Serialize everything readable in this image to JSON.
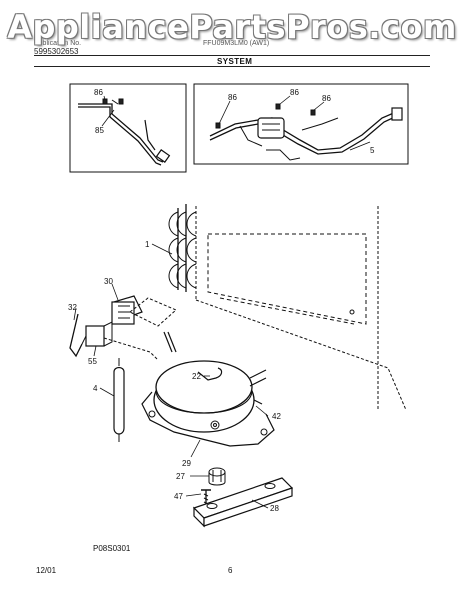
{
  "watermark": "AppliancePartsPros.com",
  "header": {
    "left_line1": "Publication No.",
    "left_line2": "5995302653",
    "mid": "FFU09M3LM0 (AW1)"
  },
  "section_title": "SYSTEM",
  "callouts": {
    "c86a": "86",
    "c85": "85",
    "c86b": "86",
    "c86c": "86",
    "c86d": "86",
    "c5": "5",
    "c1": "1",
    "c30": "30",
    "c32": "32",
    "c55": "55",
    "c4": "4",
    "c22": "22",
    "c42": "42",
    "c29": "29",
    "c27": "27",
    "c47": "47",
    "c28": "28"
  },
  "figure_code": "P08S0301",
  "footer": {
    "date": "12/01",
    "page": "6"
  }
}
